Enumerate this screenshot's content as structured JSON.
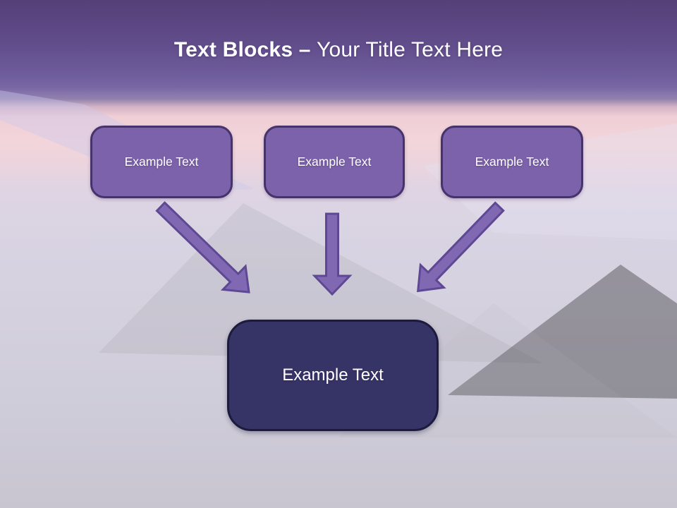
{
  "slide": {
    "title_bold": "Text Blocks –",
    "title_regular": "Your Title Text Here"
  },
  "blocks": {
    "top": [
      {
        "label": "Example Text"
      },
      {
        "label": "Example Text"
      },
      {
        "label": "Example Text"
      }
    ],
    "bottom": {
      "label": "Example Text"
    }
  },
  "arrows": [
    {
      "name": "arrow-down-right",
      "direction": "down-right"
    },
    {
      "name": "arrow-down",
      "direction": "down"
    },
    {
      "name": "arrow-down-left",
      "direction": "down-left"
    }
  ],
  "colors": {
    "title_color": "#ffffff",
    "label_color": "#ffffff",
    "box_fill": "#7c61ab",
    "box_border": "#46336b",
    "bottom_box_fill": "#363367",
    "bottom_box_border": "#1c1b3e",
    "arrow_fill": "#8168b2",
    "arrow_stroke": "#5e4894",
    "header_purple": "#554077",
    "horizon_pink": "#f2d5da",
    "ground_lavender": "#c8c5d1"
  }
}
